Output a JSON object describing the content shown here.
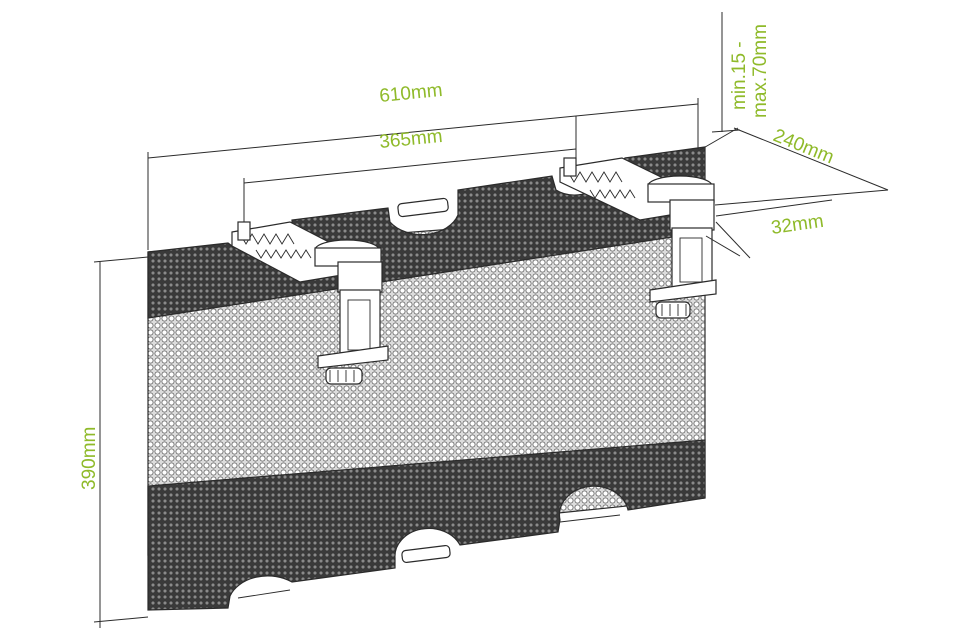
{
  "colors": {
    "dimension_text": "#8fba2a",
    "lines": "#2b2b2b",
    "mesh_light": "#b8b8b8",
    "mesh_dark": "#4a4a4a",
    "background": "#ffffff"
  },
  "dimensions": {
    "overall_width": "610mm",
    "clamp_spacing": "365mm",
    "height": "390mm",
    "depth": "240mm",
    "bracket_width": "32mm",
    "desk_thickness_line1": "min.15 -",
    "desk_thickness_line2": "max.70mm"
  }
}
